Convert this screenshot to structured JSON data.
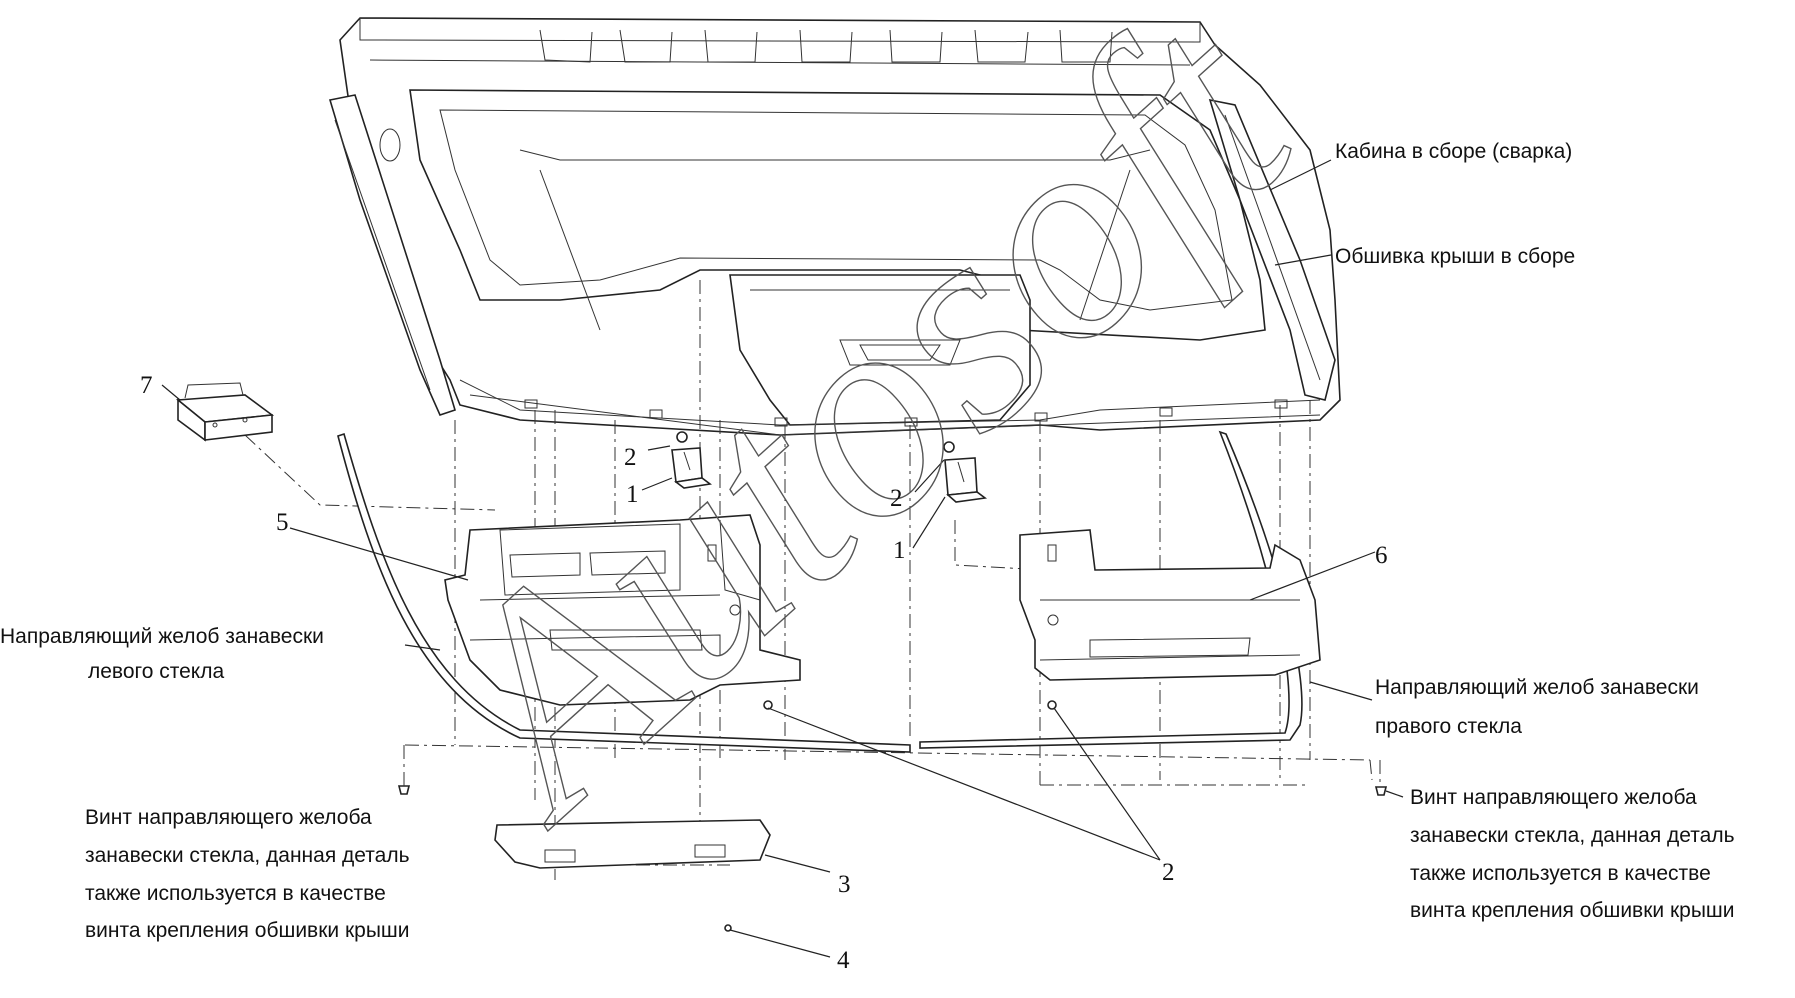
{
  "labels": {
    "cab_assembly": "Кабина в сборе (сварка)",
    "roof_lining": "Обшивка крыши в сборе",
    "left_guide_line1": "Направляющий желоб занавески",
    "left_guide_line2": "левого стекла",
    "right_guide_line1": "Направляющий желоб занавески",
    "right_guide_line2": "правого стекла",
    "left_screw_line1": "Винт направляющего желоба",
    "left_screw_line2": "занавески стекла, данная деталь",
    "left_screw_line3": "также используется в качестве",
    "left_screw_line4": "винта крепления обшивки крыши",
    "right_screw_line1": "Винт направляющего желоба",
    "right_screw_line2": "занавески стекла, данная деталь",
    "right_screw_line3": "также используется в качестве",
    "right_screw_line4": "винта крепления обшивки крыши"
  },
  "callouts": {
    "n1_left": "1",
    "n1_right": "1",
    "n2_left": "2",
    "n2_mid": "2",
    "n2_bottom": "2",
    "n3": "3",
    "n4": "4",
    "n5": "5",
    "n6": "6",
    "n7": "7"
  },
  "watermark": "Autosoft"
}
